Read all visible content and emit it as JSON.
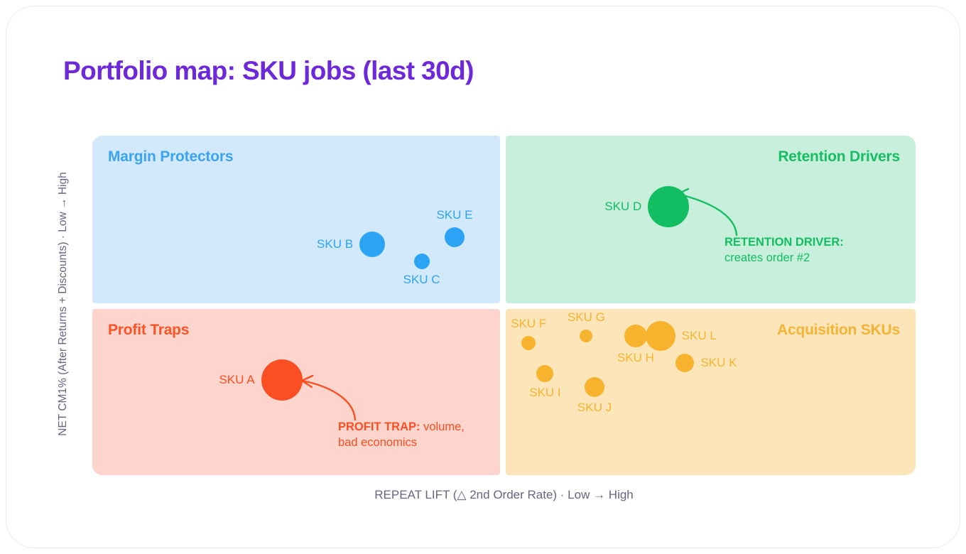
{
  "title": "Portfolio map: SKU jobs (last 30d)",
  "colors": {
    "title": "#6D28D9",
    "axis_text": "#6b6280",
    "blue_fill": "#D2E9FC",
    "blue_accent": "#2BA4F5",
    "green_fill": "#C7EFDB",
    "green_accent": "#16BD63",
    "red_fill": "#FDD5CC",
    "red_accent": "#FB5228",
    "amber_fill": "#FCE6B9",
    "amber_accent": "#F5B335"
  },
  "axes": {
    "x_label": "REPEAT LIFT (△ 2nd Order Rate) · Low → High",
    "y_label": "NET CM1% (After Returns + Discounts) · Low → High"
  },
  "quadrants": {
    "top_left": "Margin Protectors",
    "top_right": "Retention Drivers",
    "bottom_left": "Profit Traps",
    "bottom_right": "Acquisition SKUs"
  },
  "annotations": {
    "retention": {
      "bold": "RETENTION DRIVER:",
      "rest": "creates order #2"
    },
    "profit_trap": {
      "bold": "PROFIT TRAP:",
      "rest": " volume,",
      "line2": "bad economics"
    }
  },
  "chart_data": {
    "type": "scatter",
    "title": "Portfolio map: SKU jobs (last 30d)",
    "xlabel": "REPEAT LIFT (△ 2nd Order Rate) · Low → High",
    "ylabel": "NET CM1% (After Returns + Discounts) · Low → High",
    "xlim": [
      0,
      100
    ],
    "ylim": [
      0,
      100
    ],
    "grid": false,
    "legend": "none",
    "quadrant_names": [
      "Margin Protectors",
      "Retention Drivers",
      "Profit Traps",
      "Acquisition SKUs"
    ],
    "points": [
      {
        "name": "SKU A",
        "x": 23,
        "y": 28,
        "r": 29,
        "quadrant": "Profit Traps",
        "color": "#FB4E22",
        "label_pos": "left"
      },
      {
        "name": "SKU B",
        "x": 34,
        "y": 68,
        "r": 18,
        "quadrant": "Margin Protectors",
        "color": "#2BA4F5",
        "label_pos": "left"
      },
      {
        "name": "SKU C",
        "x": 40,
        "y": 63,
        "r": 11,
        "quadrant": "Margin Protectors",
        "color": "#2BA4F5",
        "label_pos": "bottom"
      },
      {
        "name": "SKU D",
        "x": 70,
        "y": 79,
        "r": 29,
        "quadrant": "Retention Drivers",
        "color": "#13BE62",
        "label_pos": "left"
      },
      {
        "name": "SKU E",
        "x": 44,
        "y": 70,
        "r": 14,
        "quadrant": "Margin Protectors",
        "color": "#2BA4F5",
        "label_pos": "top"
      },
      {
        "name": "SKU F",
        "x": 53,
        "y": 39,
        "r": 10,
        "quadrant": "Acquisition SKUs",
        "color": "#F7B32E",
        "label_pos": "top"
      },
      {
        "name": "SKU G",
        "x": 60,
        "y": 41,
        "r": 9,
        "quadrant": "Acquisition SKUs",
        "color": "#F7B32E",
        "label_pos": "top"
      },
      {
        "name": "SKU H",
        "x": 66,
        "y": 41,
        "r": 16,
        "quadrant": "Acquisition SKUs",
        "color": "#F7B32E",
        "label_pos": "bottom"
      },
      {
        "name": "SKU I",
        "x": 55,
        "y": 30,
        "r": 12,
        "quadrant": "Acquisition SKUs",
        "color": "#F7B32E",
        "label_pos": "bottom"
      },
      {
        "name": "SKU J",
        "x": 61,
        "y": 26,
        "r": 14,
        "quadrant": "Acquisition SKUs",
        "color": "#F7B32E",
        "label_pos": "bottom"
      },
      {
        "name": "SKU K",
        "x": 72,
        "y": 33,
        "r": 13,
        "quadrant": "Acquisition SKUs",
        "color": "#F7B32E",
        "label_pos": "right"
      },
      {
        "name": "SKU L",
        "x": 69,
        "y": 41,
        "r": 21,
        "quadrant": "Acquisition SKUs",
        "color": "#F7B32E",
        "label_pos": "right"
      }
    ],
    "annotations": [
      {
        "target": "SKU D",
        "text": "RETENTION DRIVER: creates order #2"
      },
      {
        "target": "SKU A",
        "text": "PROFIT TRAP: volume, bad economics"
      }
    ]
  }
}
